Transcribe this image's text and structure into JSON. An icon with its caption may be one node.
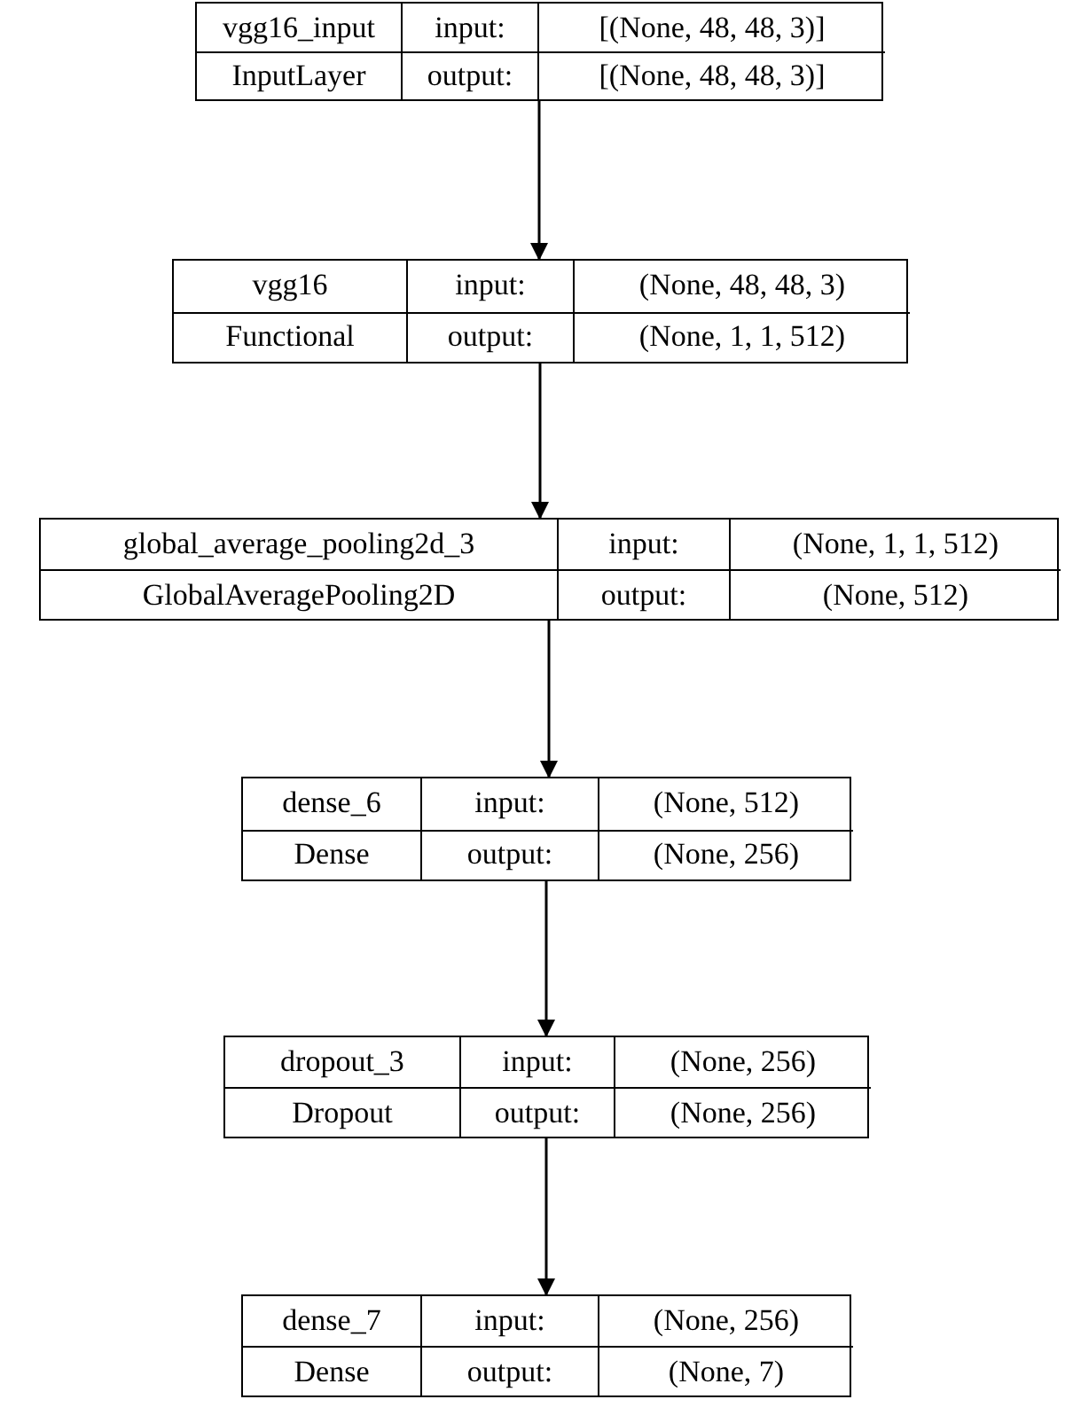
{
  "diagram": {
    "nodes": [
      {
        "text": [
          "vgg16_input",
          "input:",
          "[(None, 48, 48, 3)]",
          "InputLayer",
          "output:",
          "[(None, 48, 48, 3)]"
        ]
      },
      {
        "text": [
          "vgg16",
          "input:",
          "(None, 48, 48, 3)",
          "Functional",
          "output:",
          "(None, 1, 1, 512)"
        ]
      },
      {
        "text": [
          "global_average_pooling2d_3",
          "input:",
          "(None, 1, 1, 512)",
          "GlobalAveragePooling2D",
          "output:",
          "(None, 512)"
        ]
      },
      {
        "text": [
          "dense_6",
          "input:",
          "(None, 512)",
          "Dense",
          "output:",
          "(None, 256)"
        ]
      },
      {
        "text": [
          "dropout_3",
          "input:",
          "(None, 256)",
          "Dropout",
          "output:",
          "(None, 256)"
        ]
      },
      {
        "text": [
          "dense_7",
          "input:",
          "(None, 256)",
          "Dense",
          "output:",
          "(None, 7)"
        ]
      }
    ],
    "edges": [
      {
        "from": 0,
        "to": 1,
        "arrow": "to"
      },
      {
        "from": 1,
        "to": 2,
        "arrow": "to"
      },
      {
        "from": 2,
        "to": 3,
        "arrow": "to"
      },
      {
        "from": 3,
        "to": 4,
        "arrow": "to"
      },
      {
        "from": 4,
        "to": 5,
        "arrow": "to"
      }
    ]
  }
}
